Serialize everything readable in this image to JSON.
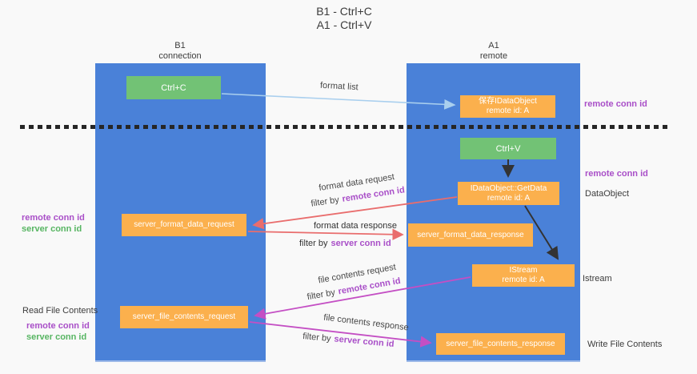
{
  "title": {
    "line1": "B1 - Ctrl+C",
    "line2": "A1 - Ctrl+V"
  },
  "lanes": {
    "left": {
      "name": "B1",
      "subtitle": "connection"
    },
    "right": {
      "name": "A1",
      "subtitle": "remote"
    }
  },
  "nodes": {
    "ctrl_c": {
      "label": "Ctrl+C"
    },
    "ctrl_v": {
      "label": "Ctrl+V"
    },
    "save_dataobject": {
      "line1": "保存IDataObject",
      "line2": "remote id: A"
    },
    "getdata": {
      "line1": "IDataObject::GetData",
      "line2": "remote id: A"
    },
    "istream": {
      "line1": "IStream",
      "line2": "remote id: A"
    },
    "format_request": {
      "label": "server_format_data_request"
    },
    "format_response": {
      "label": "server_format_data_response"
    },
    "file_request": {
      "label": "server_file_contents_request"
    },
    "file_response": {
      "label": "server_file_contents_response"
    }
  },
  "edge_labels": {
    "format_list": "format list",
    "format_data_request": "format data request",
    "format_data_response": "format data response",
    "file_contents_request": "file contents request",
    "file_contents_response": "file contents response",
    "filter_by": "filter by",
    "remote_conn_id": "remote conn id",
    "server_conn_id": "server conn id"
  },
  "side_labels": {
    "remote_conn_id": "remote conn id",
    "server_conn_id": "server conn id",
    "dataobject": "DataObject",
    "istream": "Istream",
    "read_file_contents": "Read File Contents",
    "write_file_contents": "Write File Contents"
  },
  "colors": {
    "lane_blue": "#4a81d8",
    "node_orange": "#fbb04d",
    "node_green": "#72c275",
    "arrow_light_blue": "#a9cfee",
    "arrow_salmon": "#e96d6d",
    "arrow_magenta": "#c44fc4",
    "arrow_black": "#333333",
    "text_purple": "#a94fc8",
    "text_green": "#57b562",
    "background": "#f9f9f9"
  }
}
